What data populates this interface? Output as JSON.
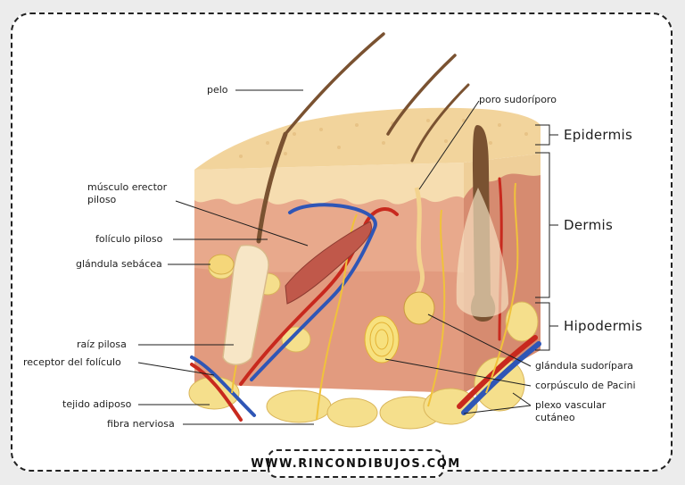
{
  "labels": {
    "pelo": "pelo",
    "musculo_1": "músculo erector",
    "musculo_2": "piloso",
    "foliculo": "folículo piloso",
    "glandula_sebacea": "glándula sebácea",
    "raiz": "raíz pilosa",
    "receptor": "receptor del folículo",
    "tejido": "tejido adiposo",
    "fibra": "fibra nerviosa",
    "poro": "poro sudoríporo",
    "glandula_sudoripara": "glándula sudorípara",
    "pacini": "corpúsculo de Pacini",
    "plexo_1": "plexo vascular",
    "plexo_2": "cutáneo"
  },
  "layers": {
    "epidermis": "Epidermis",
    "dermis": "Dermis",
    "hipodermis": "Hipodermis"
  },
  "footer": {
    "website": "WWW.RINCONDIBUJOS.COM"
  },
  "colors": {
    "epidermis": "#f3d8a4",
    "dermis": "#e7a789",
    "dermis_dark": "#c9735d",
    "fat": "#f5df8c",
    "artery": "#c8291e",
    "vein": "#2f56b6",
    "nerve": "#f0c23b",
    "hair": "#7a5231"
  }
}
